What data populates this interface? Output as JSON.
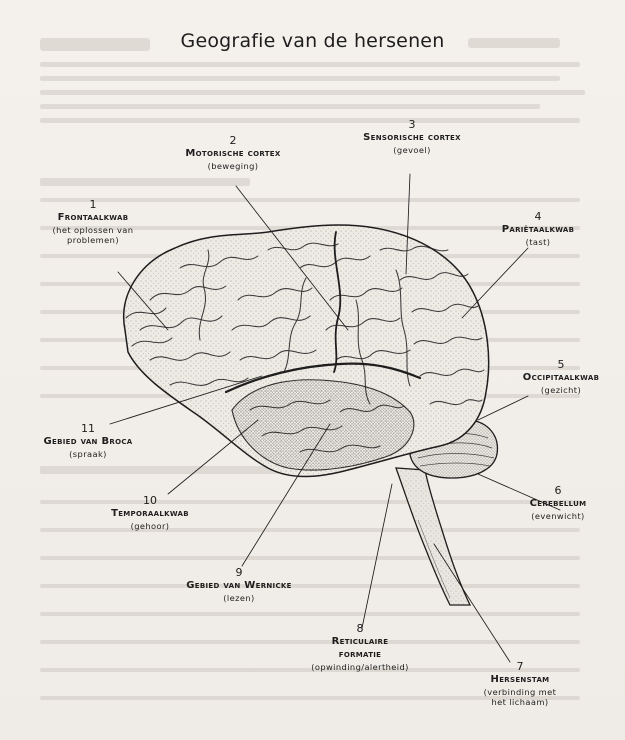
{
  "title": "Geografie van de hersenen",
  "colors": {
    "ink": "#1e1e1e",
    "paper": "#f3f0ec",
    "bleed": "#cfc9c1"
  },
  "labels": [
    {
      "id": "frontaalkwab",
      "number": "1",
      "name": "Frontaalkwab",
      "desc": "(het oplossen van\nproblemen)"
    },
    {
      "id": "motorische-cortex",
      "number": "2",
      "name": "Motorische cortex",
      "desc": "(beweging)"
    },
    {
      "id": "sensorische-cortex",
      "number": "3",
      "name": "Sensorische cortex",
      "desc": "(gevoel)"
    },
    {
      "id": "parietaalkwab",
      "number": "4",
      "name": "Pariëtaalkwab",
      "desc": "(tast)"
    },
    {
      "id": "occipitaalkwab",
      "number": "5",
      "name": "Occipitaalkwab",
      "desc": "(gezicht)"
    },
    {
      "id": "cerebellum",
      "number": "6",
      "name": "Cerebellum",
      "desc": "(evenwicht)"
    },
    {
      "id": "hersenstam",
      "number": "7",
      "name": "Hersenstam",
      "desc": "(verbinding met\nhet lichaam)"
    },
    {
      "id": "reticulaire-formatie",
      "number": "8",
      "name": "Reticulaire\nformatie",
      "desc": "(opwinding/alertheid)"
    },
    {
      "id": "gebied-van-wernicke",
      "number": "9",
      "name": "Gebied van Wernicke",
      "desc": "(lezen)"
    },
    {
      "id": "temporaalkwab",
      "number": "10",
      "name": "Temporaalkwab",
      "desc": "(gehoor)"
    },
    {
      "id": "gebied-van-broca",
      "number": "11",
      "name": "Gebied van Broca",
      "desc": "(spraak)"
    }
  ]
}
